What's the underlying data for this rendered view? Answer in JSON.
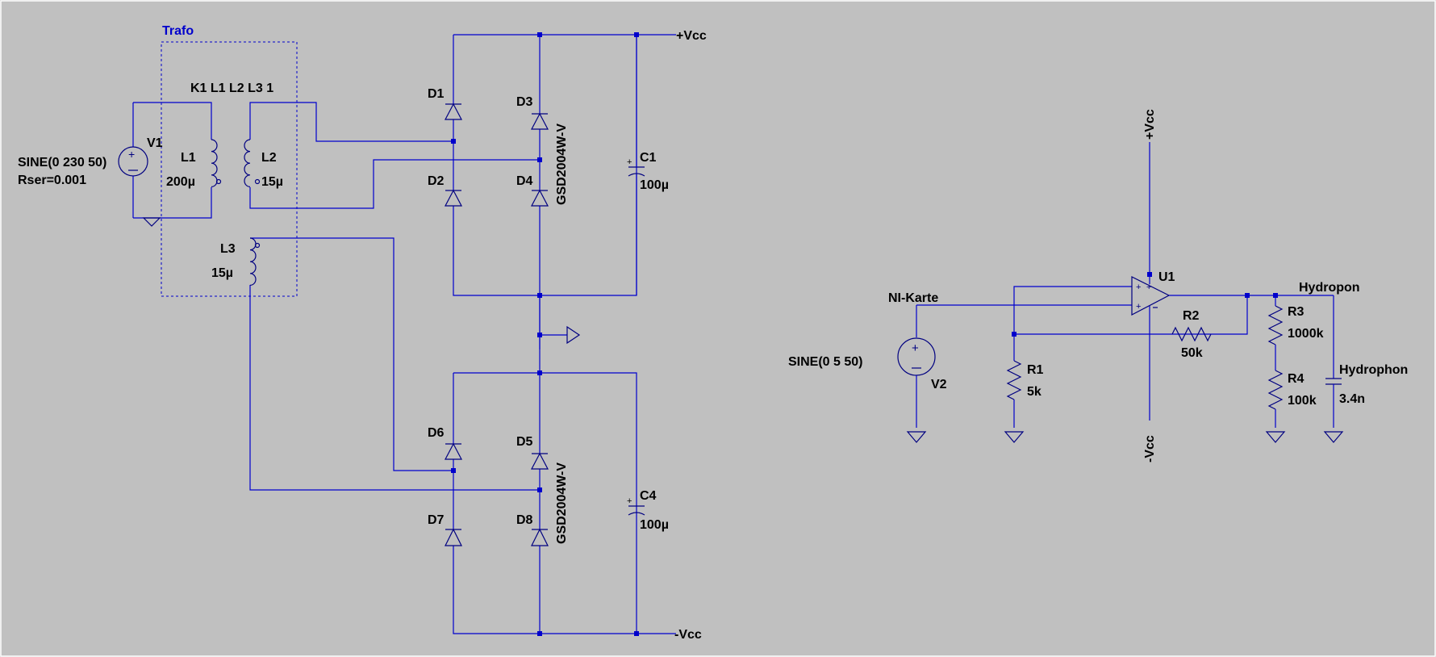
{
  "trafo": {
    "title": "Trafo",
    "coupling": "K1 L1 L2 L3 1"
  },
  "sources": {
    "v1": {
      "name": "V1",
      "value": "SINE(0 230 50)",
      "param": "Rser=0.001"
    },
    "v2": {
      "name": "V2",
      "value": "SINE(0 5 50)"
    }
  },
  "inductors": {
    "l1": {
      "name": "L1",
      "value": "200µ"
    },
    "l2": {
      "name": "L2",
      "value": "15µ"
    },
    "l3": {
      "name": "L3",
      "value": "15µ"
    }
  },
  "diodes": {
    "d1": "D1",
    "d2": "D2",
    "d3": "D3",
    "d4": "D4",
    "d5": "D5",
    "d6": "D6",
    "d7": "D7",
    "d8": "D8",
    "model_top": "GSD2004W-V",
    "model_bottom": "GSD2004W-V"
  },
  "capacitors": {
    "c1": {
      "name": "C1",
      "value": "100µ"
    },
    "c4": {
      "name": "C4",
      "value": "100µ"
    },
    "hydrophon": {
      "name": "Hydrophon",
      "value": "3.4n"
    }
  },
  "nets": {
    "vcc_pos": "+Vcc",
    "vcc_neg": "-Vcc",
    "opamp_vpos": "+Vcc",
    "opamp_vneg": "-Vcc",
    "input": "NI-Karte",
    "output": "Hydropon"
  },
  "opamp": {
    "name": "U1"
  },
  "resistors": {
    "r1": {
      "name": "R1",
      "value": "5k"
    },
    "r2": {
      "name": "R2",
      "value": "50k"
    },
    "r3": {
      "name": "R3",
      "value": "1000k"
    },
    "r4": {
      "name": "R4",
      "value": "100k"
    }
  },
  "colors": {
    "background": "#c0c0c0",
    "wire": "#0000cc",
    "symbol": "#000080",
    "label": "#000000",
    "frame": "#0000cc"
  }
}
